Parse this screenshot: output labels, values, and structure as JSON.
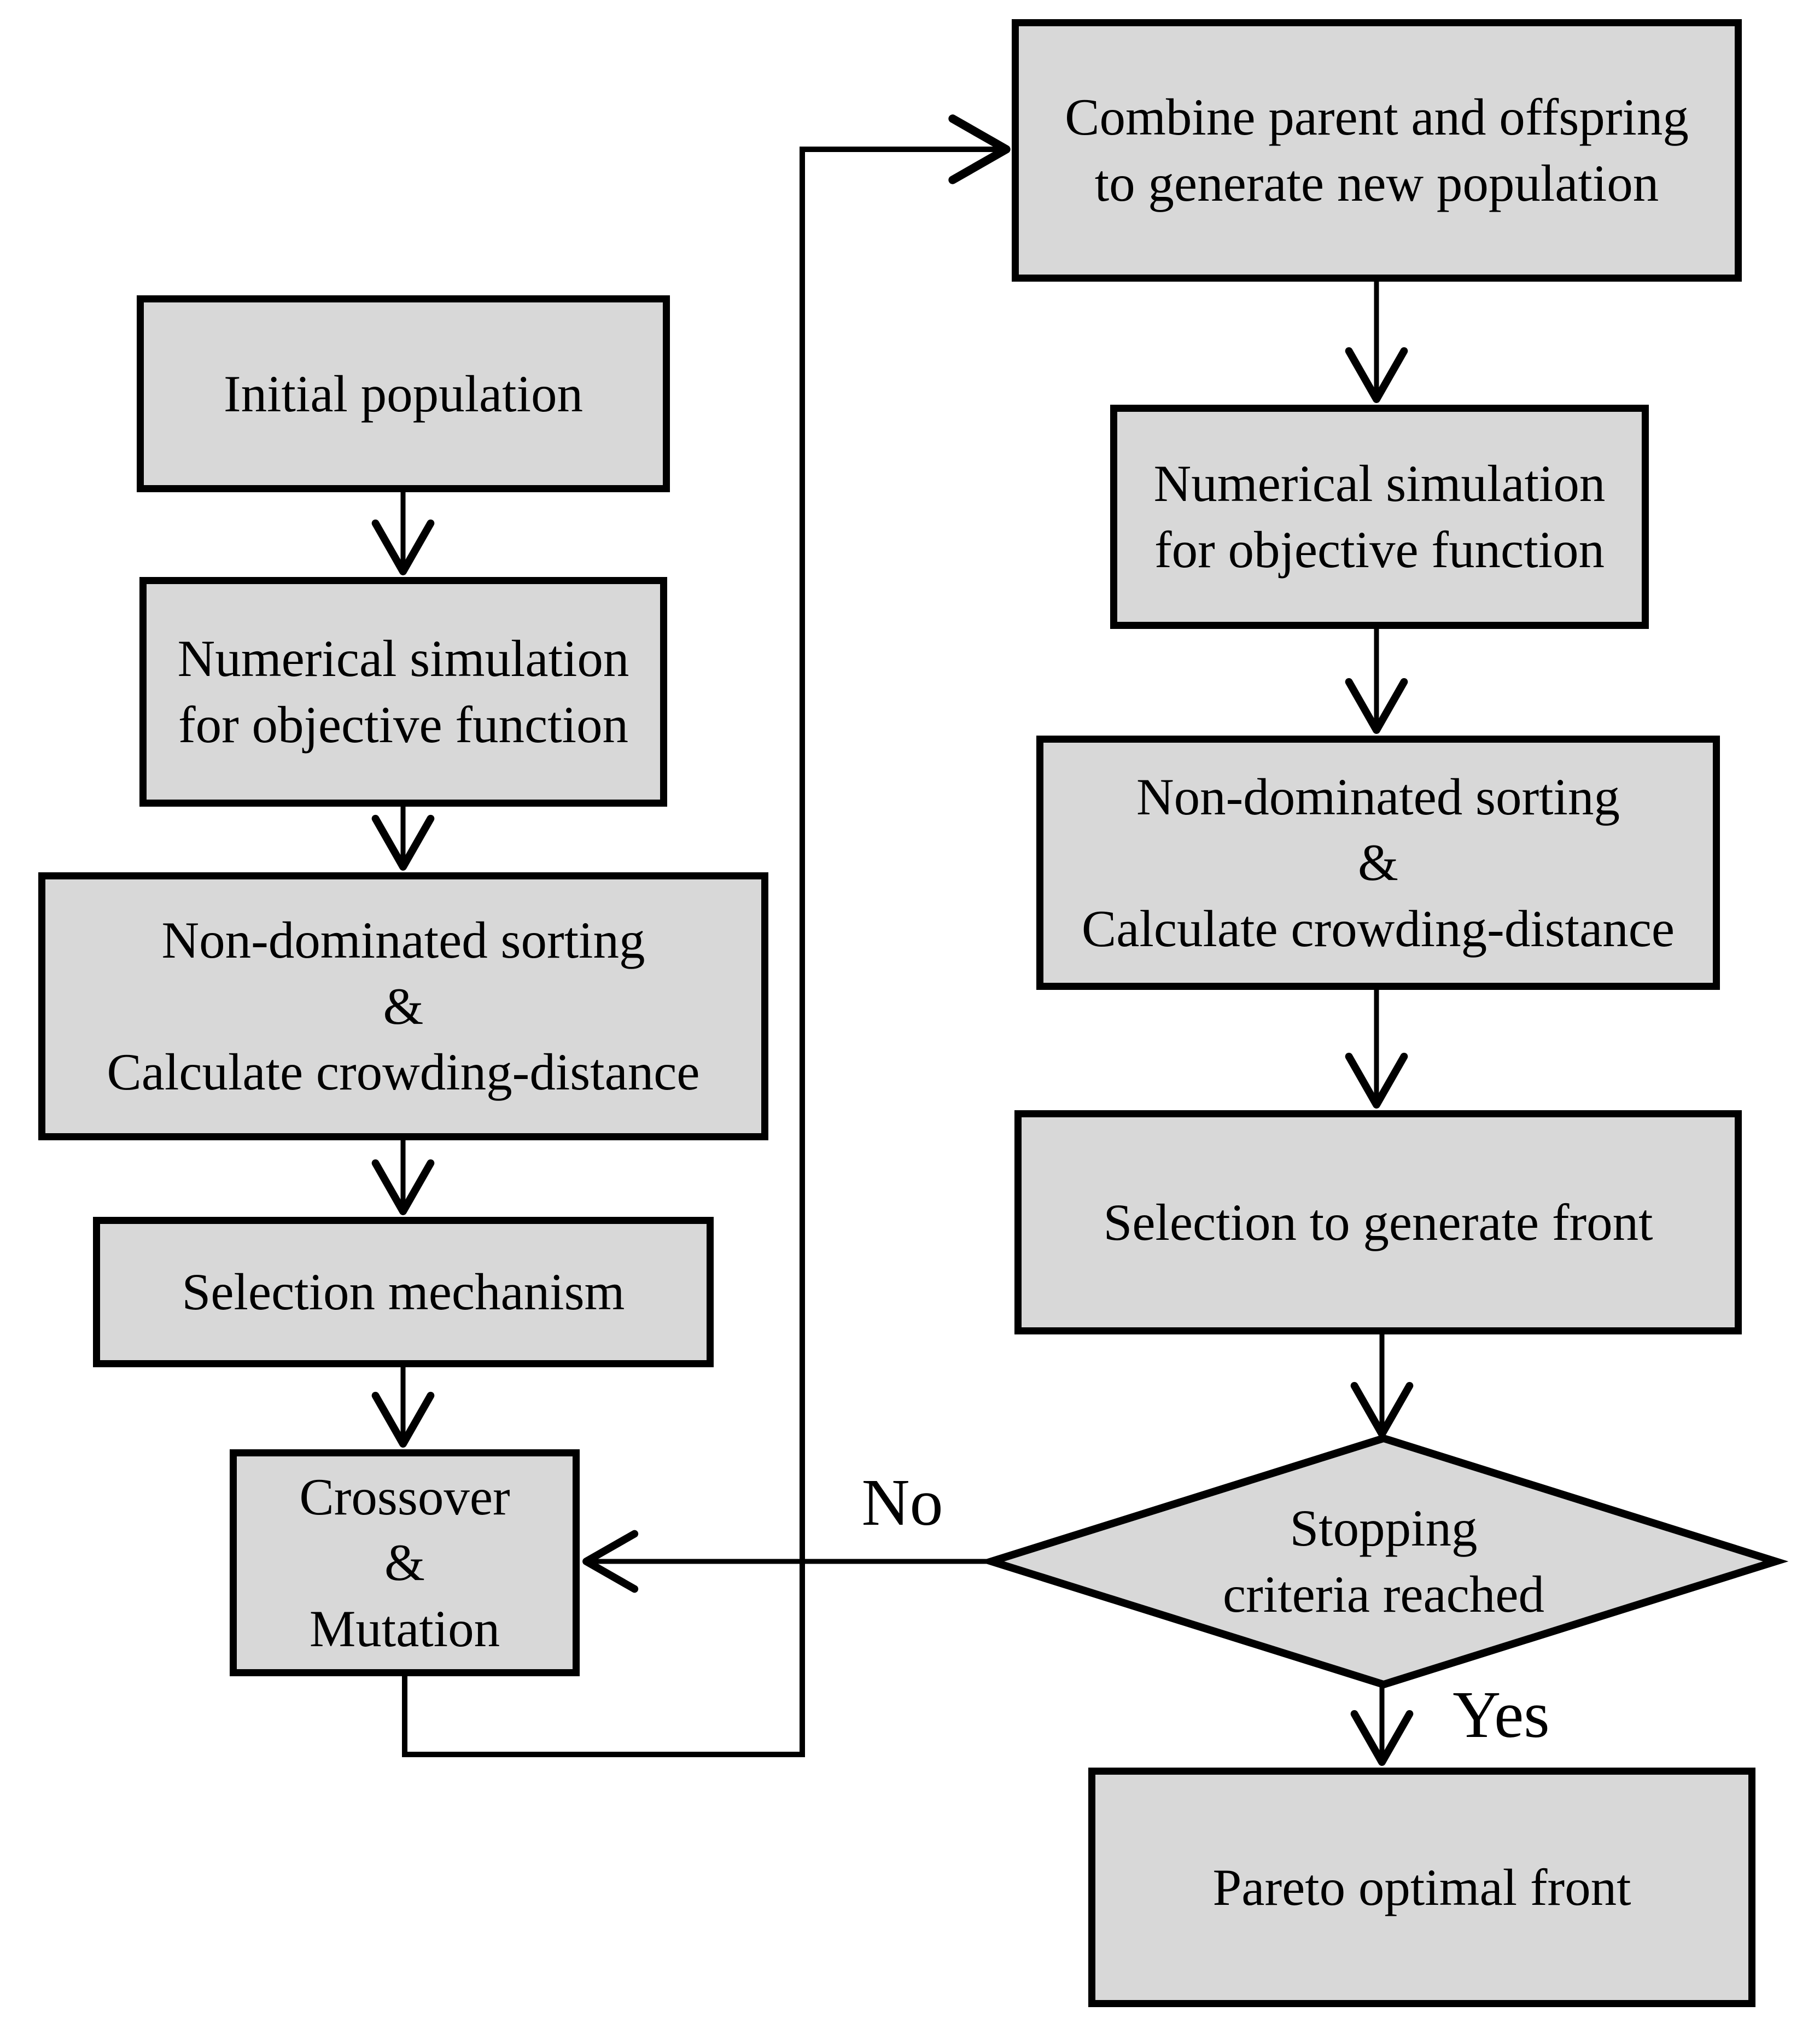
{
  "figure": {
    "type": "flowchart",
    "background_color": "#ffffff",
    "node_fill_color": "#d8d8d8",
    "node_border_color": "#000000",
    "nodes": {
      "initial_population": "Initial population",
      "numerical_simulation_left": "Numerical simulation\nfor objective function",
      "non_dominated_sorting_left": "Non-dominated sorting\n&\nCalculate crowding-distance",
      "selection_mechanism": "Selection mechanism",
      "crossover_mutation": "Crossover\n&\nMutation",
      "combine_population": "Combine parent and offspring\nto generate new population",
      "numerical_simulation_right": "Numerical simulation\nfor objective function",
      "non_dominated_sorting_right": "Non-dominated sorting\n&\nCalculate crowding-distance",
      "selection_generate_front": "Selection to generate front",
      "stopping_criteria": "Stopping\ncriteria reached",
      "pareto_optimal_front": "Pareto optimal front"
    },
    "edge_labels": {
      "no": "No",
      "yes": "Yes"
    }
  }
}
